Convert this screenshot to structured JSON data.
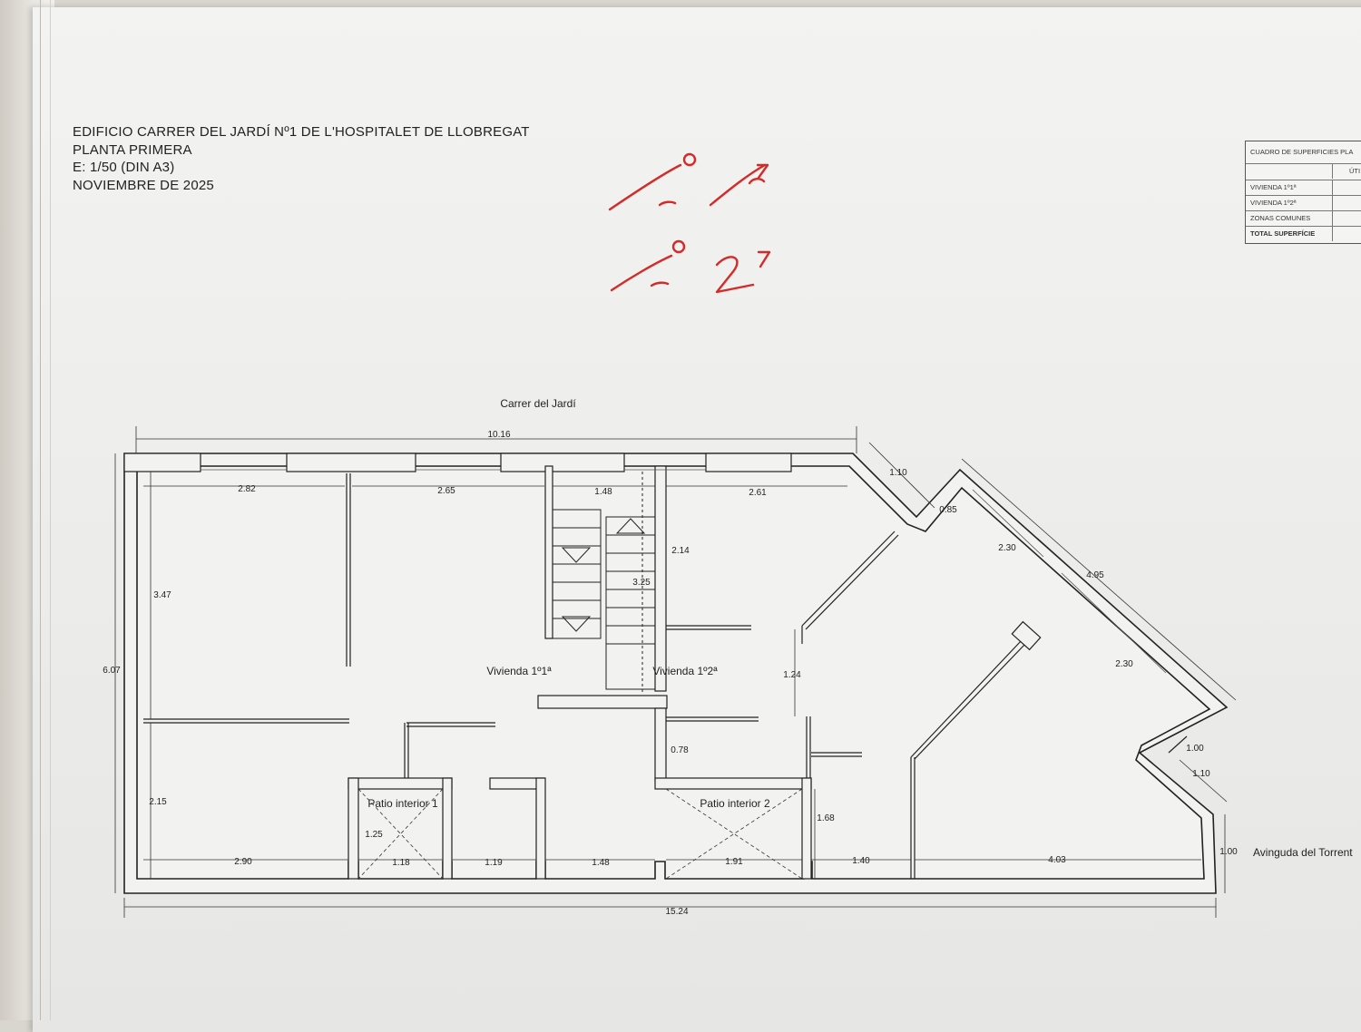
{
  "title_block": {
    "line1": "EDIFICIO CARRER DEL JARDÍ Nº1 DE L'HOSPITALET DE LLOBREGAT",
    "line2": "PLANTA PRIMERA",
    "line3": "E: 1/50 (DIN A3)",
    "line4": "NOVIEMBRE DE 2025"
  },
  "handwritten_notes": [
    "1º 1ª",
    "1º 2ª"
  ],
  "surface_table": {
    "title": "CUADRO DE SUPERFICIES PLA",
    "column_header": "ÚTI",
    "rows": [
      "VIVIENDA 1º1ª",
      "VIVIENDA 1º2ª",
      "ZONAS COMUNES",
      "TOTAL SUPERFÍCIE"
    ]
  },
  "streets": {
    "north": "Carrer del Jardí",
    "east": "Avinguda del Torrent"
  },
  "rooms": {
    "vivienda_1": "Vivienda 1º1ª",
    "vivienda_2": "Vivienda 1º2ª",
    "patio_1": "Patio interior 1",
    "patio_2": "Patio interior 2"
  },
  "dimensions": {
    "top_total": "10.16",
    "bottom_total": "15.24",
    "left_total": "6.07",
    "room_w1": "2.82",
    "room_w2": "2.65",
    "stair_w": "1.48",
    "room_w3": "2.61",
    "left_upper": "3.47",
    "left_lower": "2.15",
    "stair_len": "3.25",
    "hall_h": "2.14",
    "chamfer": "1.10",
    "chamfer_in": "0.85",
    "diag_outer": "4.95",
    "diag_in1": "2.30",
    "diag_in2": "2.30",
    "right_h": "1.24",
    "bath_h": "0.78",
    "patio1_h": "1.25",
    "patio2_side": "1.68",
    "corner_1": "1.00",
    "corner_2": "1.10",
    "corner_3": "1.00",
    "bot_1": "2.90",
    "bot_2": "1.18",
    "bot_3": "1.19",
    "bot_4": "1.48",
    "bot_5": "1.91",
    "bot_6": "1.40",
    "bot_7": "4.03"
  },
  "colors": {
    "ink": "#222222",
    "wall_fill": "#f2f2f0",
    "handwriting": "#d42a2a"
  }
}
